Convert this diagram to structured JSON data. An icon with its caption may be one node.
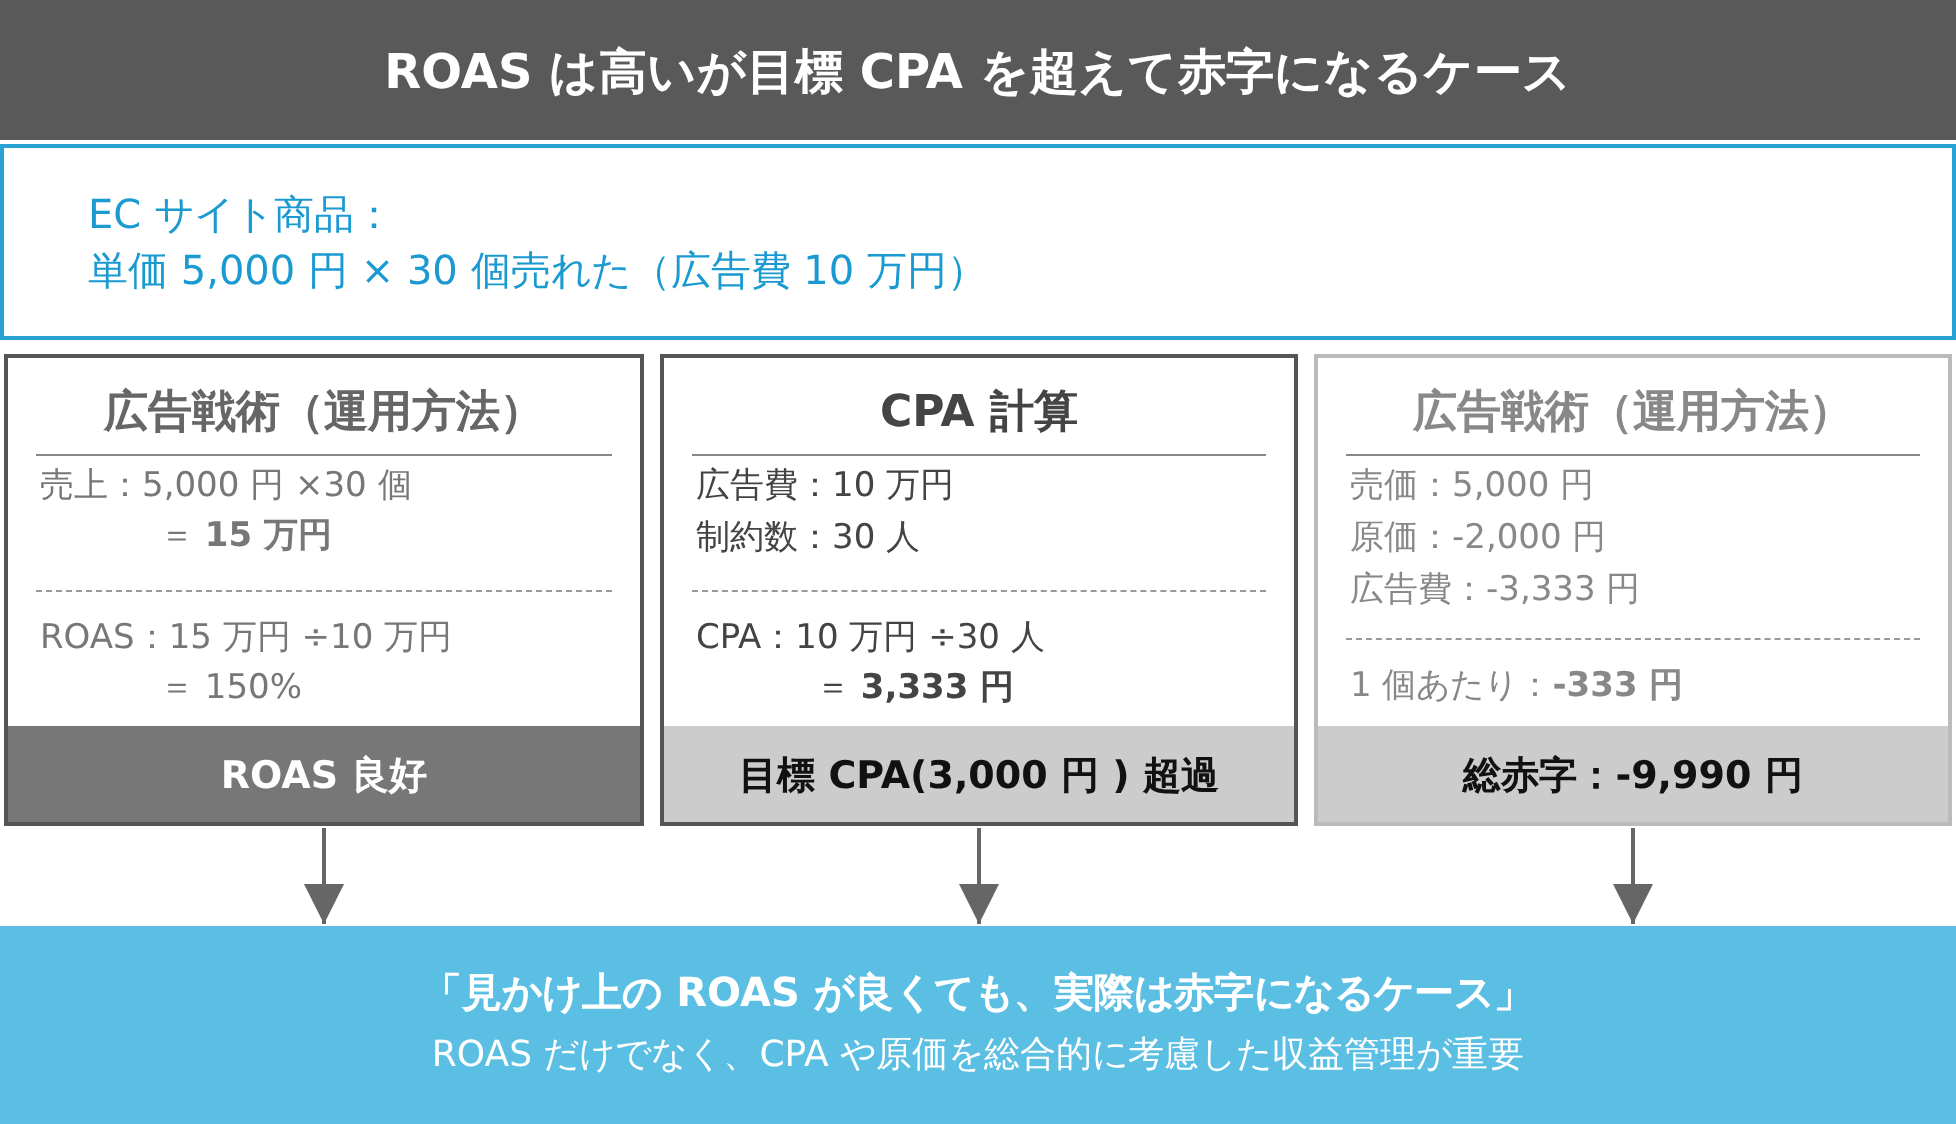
{
  "diagram": {
    "title": "ROAS は高いが目標 CPA を超えて赤字になるケース",
    "nodes": [
      {
        "text": [
          "EC サイト商品：",
          "単価 5,000 円 × 30 個売れた（広告費 10 万円）"
        ]
      },
      {
        "text": [
          "広告戦術（運用方法）",
          "売上：5,000 円 ×30 個＝ **15 万円**",
          "ROAS：15 万円 ÷10 万円＝ 150%"
        ]
      },
      {
        "text": [
          "ROAS 良好"
        ],
        "in": 1
      },
      {
        "text": [
          "CPA 計算",
          "広告費：10 万円",
          "制約数：30 人",
          "CPA：10 万円 ÷30 人＝ **3,333 円**"
        ]
      },
      {
        "text": [
          "目標 CPA(3,000 円 ) 超過"
        ],
        "in": 3
      },
      {
        "text": [
          "広告戦術（運用方法）",
          "売価：5,000 円",
          "原価：-2,000 円",
          "広告費：-3,333 円",
          "1 個あたり：**-333 円**"
        ]
      },
      {
        "text": [
          "総赤字：-9,990 円"
        ],
        "in": 5
      },
      {
        "text": [
          "「見かけ上の ROAS が良くても、実際は赤字になるケース」",
          "ROAS だけでなく、CPA や原価を総合的に考慮した収益管理が重要"
        ]
      }
    ],
    "edges": [
      {
        "from": 1,
        "to": 7,
        "arrow": "to"
      },
      {
        "from": 3,
        "to": 7,
        "arrow": "to"
      },
      {
        "from": 5,
        "to": 7,
        "arrow": "to"
      }
    ]
  }
}
